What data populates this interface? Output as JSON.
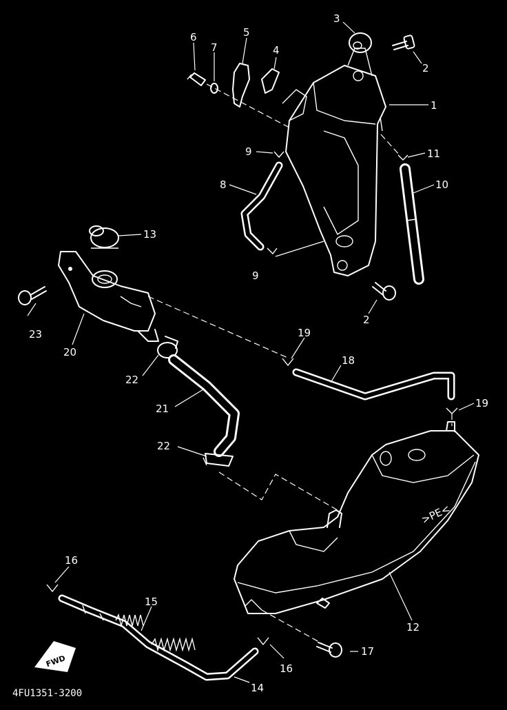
{
  "diagram_code": "4FU1351-3200",
  "fwd_label": "FWD",
  "tank_marking": ">PE<",
  "parts": {
    "p1": "1",
    "p2a": "2",
    "p2b": "2",
    "p3": "3",
    "p4": "4",
    "p5": "5",
    "p6": "6",
    "p7": "7",
    "p8": "8",
    "p9a": "9",
    "p9b": "9",
    "p10": "10",
    "p11": "11",
    "p12": "12",
    "p13": "13",
    "p14": "14",
    "p15": "15",
    "p16a": "16",
    "p16b": "16",
    "p17": "17",
    "p18": "18",
    "p19a": "19",
    "p19b": "19",
    "p20": "20",
    "p21": "21",
    "p22a": "22",
    "p22b": "22",
    "p23": "23"
  }
}
